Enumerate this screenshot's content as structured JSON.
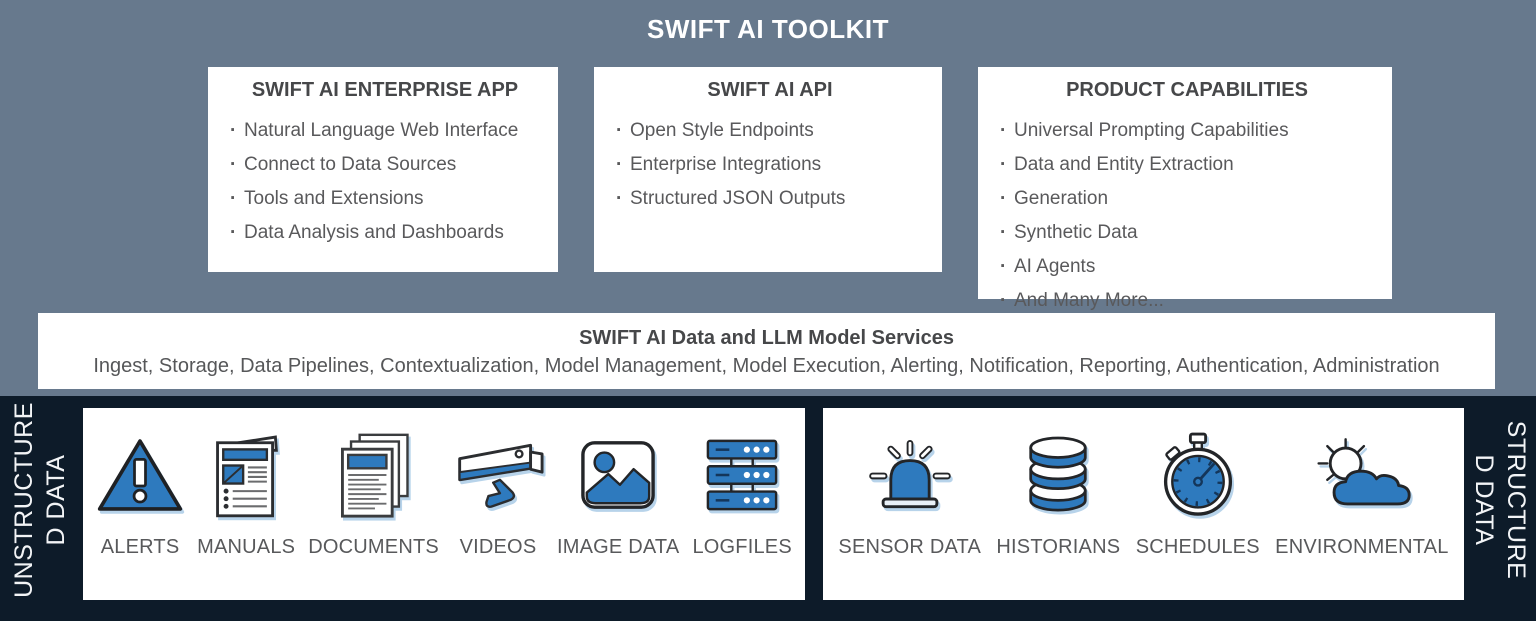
{
  "title": "SWIFT AI TOOLKIT",
  "colors": {
    "background_slate": "#67798D",
    "footer_navy": "#0D1B29",
    "panel_white": "#FFFFFF",
    "accent_blue": "#2E7ABE",
    "heading_text": "#464749",
    "body_text": "#59595b"
  },
  "boxes": [
    {
      "title": "SWIFT AI ENTERPRISE APP",
      "items": [
        "Natural Language Web Interface",
        "Connect to Data Sources",
        "Tools and Extensions",
        "Data Analysis and Dashboards"
      ]
    },
    {
      "title": "SWIFT AI API",
      "items": [
        "Open Style Endpoints",
        "Enterprise Integrations",
        "Structured JSON Outputs"
      ]
    },
    {
      "title": "PRODUCT CAPABILITIES",
      "items": [
        "Universal Prompting Capabilities",
        "Data and Entity Extraction",
        "Generation",
        "Synthetic Data",
        "AI Agents",
        "And Many More..."
      ]
    }
  ],
  "services_bar": {
    "title": "SWIFT AI Data and LLM Model Services",
    "description": "Ingest, Storage, Data Pipelines, Contextualization, Model Management, Model Execution, Alerting, Notification, Reporting, Authentication, Administration"
  },
  "unstructured": {
    "label_lines": [
      "UNSTRUCTURE",
      "D DATA"
    ],
    "items": [
      {
        "label": "ALERTS",
        "icon": "warning-triangle-icon"
      },
      {
        "label": "MANUALS",
        "icon": "manual-document-icon"
      },
      {
        "label": "DOCUMENTS",
        "icon": "stacked-documents-icon"
      },
      {
        "label": "VIDEOS",
        "icon": "cctv-camera-icon"
      },
      {
        "label": "IMAGE DATA",
        "icon": "image-icon"
      },
      {
        "label": "LOGFILES",
        "icon": "server-stack-icon"
      }
    ]
  },
  "structured": {
    "label_lines": [
      "STRUCTURE",
      "D DATA"
    ],
    "items": [
      {
        "label": "SENSOR DATA",
        "icon": "siren-icon"
      },
      {
        "label": "HISTORIANS",
        "icon": "database-icon"
      },
      {
        "label": "SCHEDULES",
        "icon": "stopwatch-icon"
      },
      {
        "label": "ENVIRONMENTAL",
        "icon": "sun-cloud-icon"
      }
    ]
  }
}
